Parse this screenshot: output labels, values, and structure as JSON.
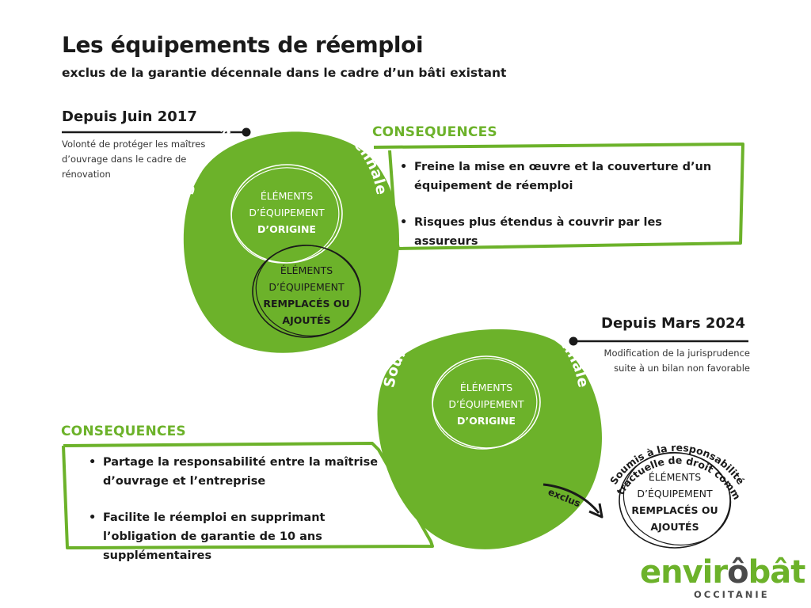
{
  "header": {
    "title": "Les équipements de réemploi",
    "subtitle": "exclus de la garantie décennale dans le cadre d’un bâti existant"
  },
  "section_2017": {
    "date": "Depuis Juin 2017",
    "note": "Volonté de protéger les maîtres d’ouvrage dans le cadre de rénovation",
    "arc_label": "Soumis à la garantie décennale",
    "origin": {
      "line1": "ÉLÉMENTS",
      "line2": "D’ÉQUIPEMENT",
      "bold": "D’ORIGINE"
    },
    "replaced": {
      "line1": "ÉLÉMENTS",
      "line2": "D’ÉQUIPEMENT",
      "bold1": "REMPLACÉS OU",
      "bold2": "AJOUTÉS"
    },
    "consequences": {
      "heading": "CONSEQUENCES",
      "items": [
        "Freine la mise en œuvre et la couverture d’un équipement de réemploi",
        "Risques plus étendus à couvrir par les assureurs"
      ]
    }
  },
  "section_2024": {
    "date": "Depuis Mars 2024",
    "note": "Modification de la jurisprudence suite à un bilan non favorable",
    "arc_label": "Soumis à la garantie décennale",
    "origin": {
      "line1": "ÉLÉMENTS",
      "line2": "D’ÉQUIPEMENT",
      "bold": "D’ORIGINE"
    },
    "exclus_label": "exclus",
    "contract_arc_line1": "Soumis à la responsabilité",
    "contract_arc_line2": "contractuelle de droit commun",
    "replaced": {
      "line1": "ÉLÉMENTS",
      "line2": "D’ÉQUIPEMENT",
      "bold1": "REMPLACÉS OU",
      "bold2": "AJOUTÉS"
    },
    "consequences": {
      "heading": "CONSEQUENCES",
      "items": [
        "Partage la responsabilité entre la maîtrise d’ouvrage et l’entreprise",
        "Facilite le réemploi en supprimant l’obligation de garantie de 10 ans supplémentaires"
      ]
    }
  },
  "logo": {
    "name_green": "envir",
    "name_grey": "ô",
    "name_green2": "bât",
    "region": "OCCITANIE"
  },
  "colors": {
    "green": "#6cb22a",
    "dark": "#1a1a1a",
    "white": "#ffffff"
  }
}
